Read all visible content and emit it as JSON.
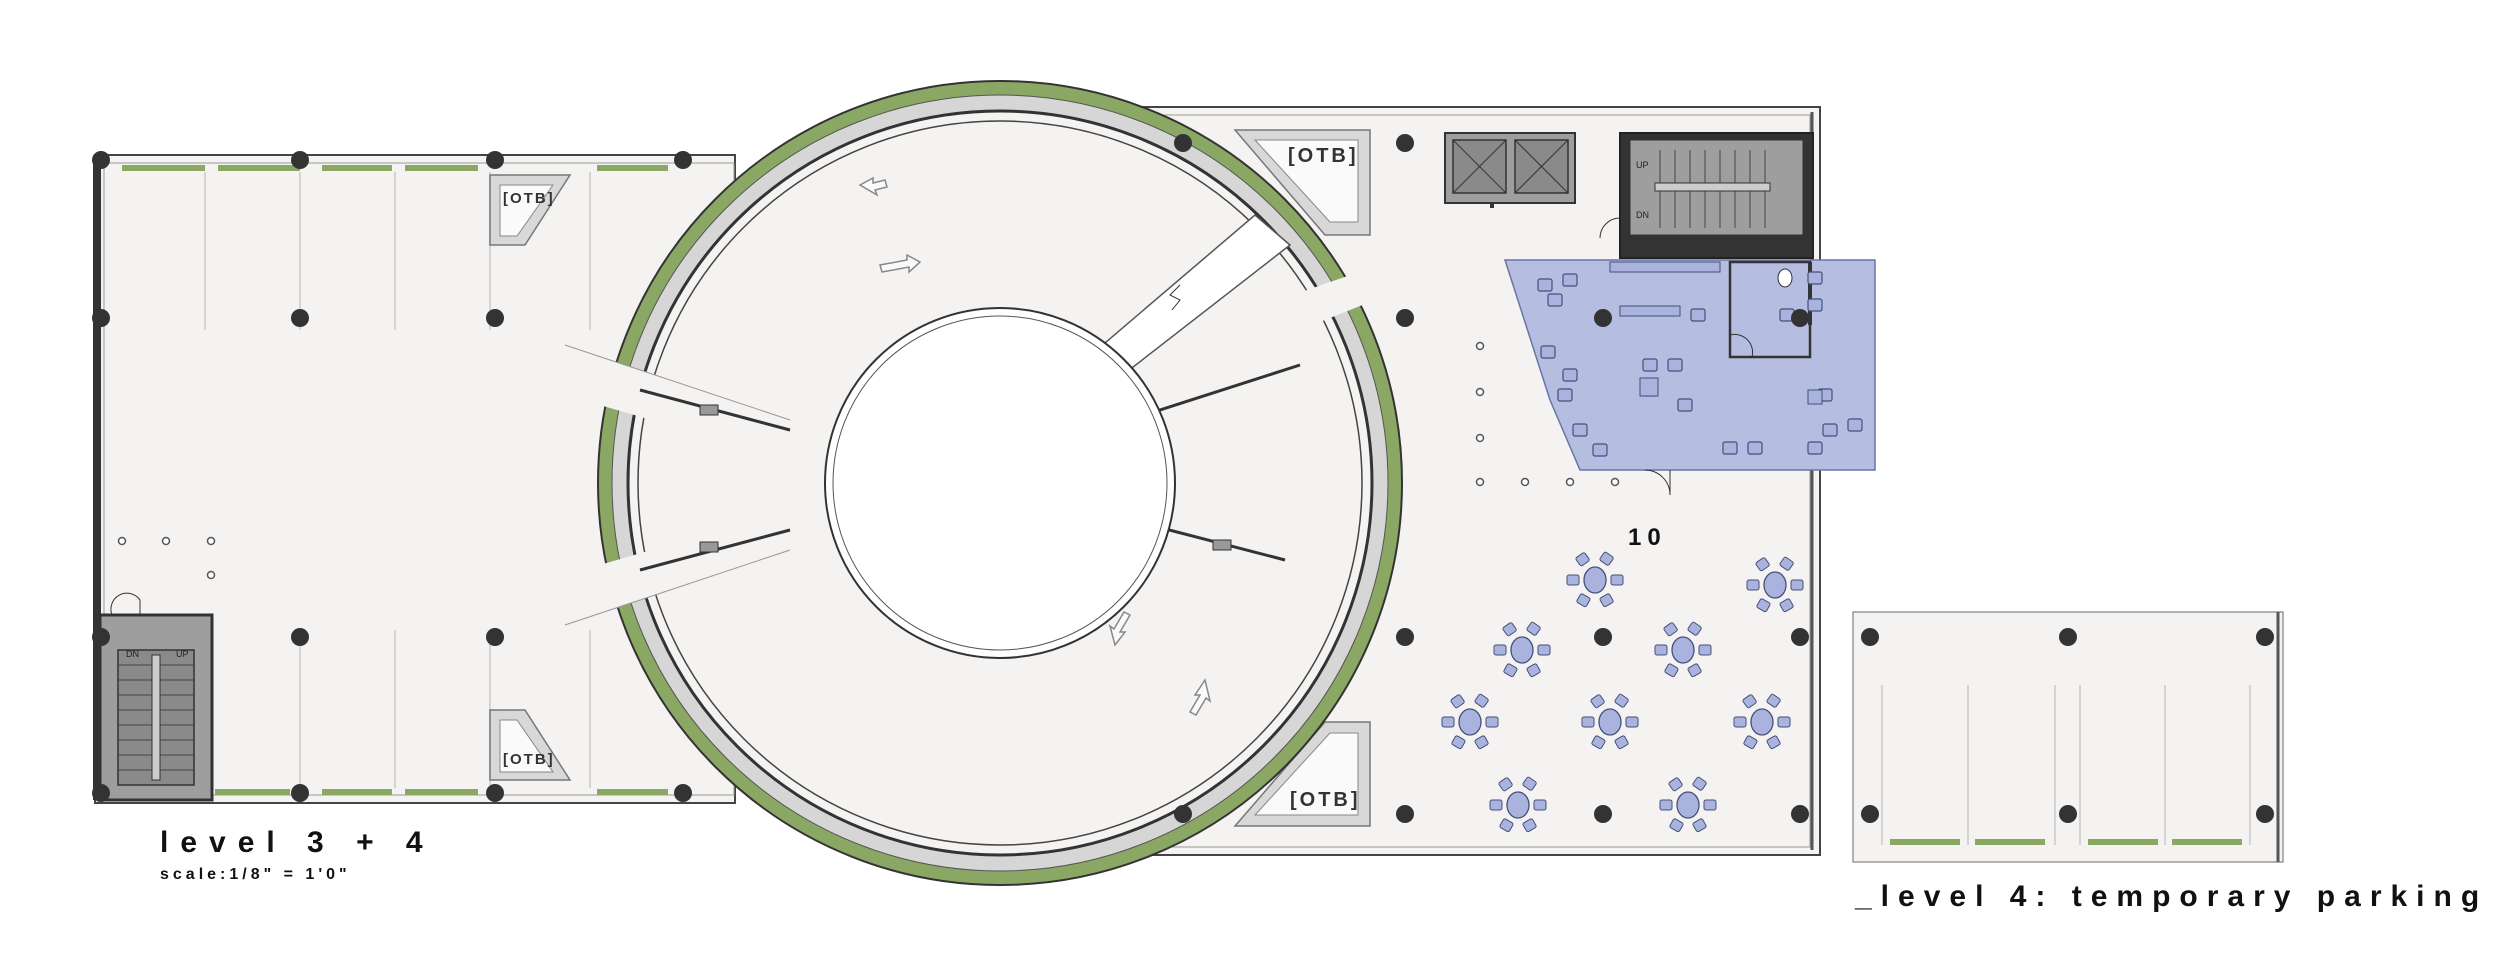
{
  "labels": {
    "main_title": "level 3 + 4",
    "scale": "scale:1/8\" = 1'0\"",
    "temporary_title": "_level 4: temporary parking",
    "room_number": "10",
    "otb": "[OTB]",
    "stair_up": "UP",
    "stair_down": "DN"
  },
  "colors": {
    "floor": "#f4f3f1",
    "wall": "#333333",
    "green_strip": "#8aa864",
    "lounge": "#b5bde0",
    "column": "#333333",
    "stair_fill": "#9e9e9e",
    "furniture": "#a9b3de"
  }
}
